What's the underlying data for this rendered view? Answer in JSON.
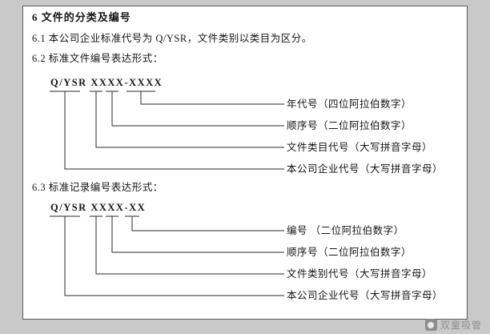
{
  "page": {
    "heading": "6  文件的分类及编号",
    "para_6_1": "6.1 本公司企业标准代号为 Q/YSR，文件类别以类目为区分。",
    "section_6_2": {
      "title": "6.2 标准文件编号表达形式：",
      "code": "Q/YSR XXXX-XXXX",
      "labels": [
        "年代号（四位阿拉伯数字）",
        "顺序号（二位阿拉伯数字）",
        "文件类目代号（大写拼音字母）",
        "本公司企业代号（大写拼音字母）"
      ]
    },
    "section_6_3": {
      "title": "6.3 标准记录编号表达形式：",
      "code": "Q/YSR XXXX-XX",
      "labels": [
        "编号 （二位阿拉伯数字）",
        "顺序号（二位阿拉伯数字）",
        "文件类别代号（大写拼音字母）",
        "本公司企业代号（大写拼音字母）"
      ]
    },
    "watermark": "双童吸管"
  }
}
